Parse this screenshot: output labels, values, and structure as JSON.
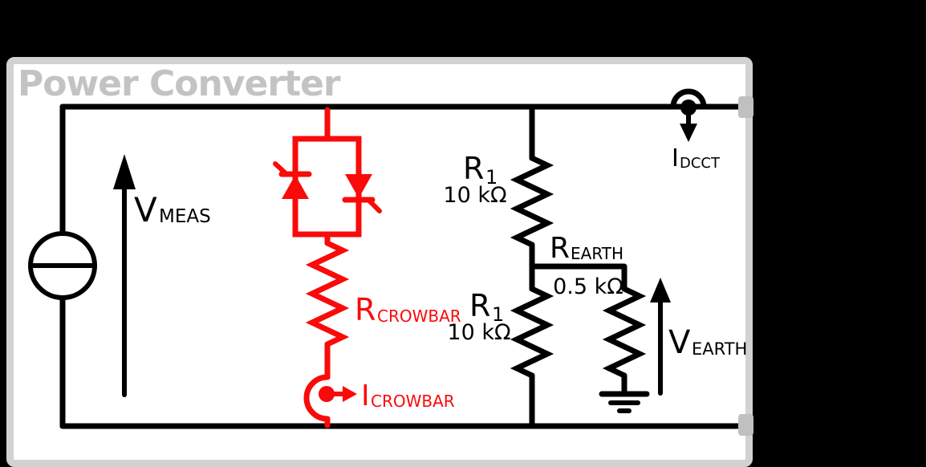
{
  "title": "Power Converter",
  "colors": {
    "background": "#000000",
    "panel": "#ffffff",
    "frame": "#d2d2d2",
    "title": "#c3c3c3",
    "wire": "#000000",
    "crowbar": "#fa0a0a",
    "connector": "#c0c0c0"
  },
  "labels": {
    "v_meas": {
      "main": "V",
      "sub": "MEAS"
    },
    "r_crowbar": {
      "main": "R",
      "sub": "CROWBAR"
    },
    "i_crowbar": {
      "main": "I",
      "sub": "CROWBAR"
    },
    "r1_top": {
      "main": "R",
      "sub": "1",
      "value": "10 kΩ"
    },
    "r1_bottom": {
      "main": "R",
      "sub": "1",
      "value": "10 kΩ"
    },
    "r_earth": {
      "main": "R",
      "sub": "EARTH",
      "value": "0.5 kΩ"
    },
    "v_earth": {
      "main": "V",
      "sub": "EARTH"
    },
    "i_dcct": {
      "main": "I",
      "sub": "DCCT"
    }
  }
}
